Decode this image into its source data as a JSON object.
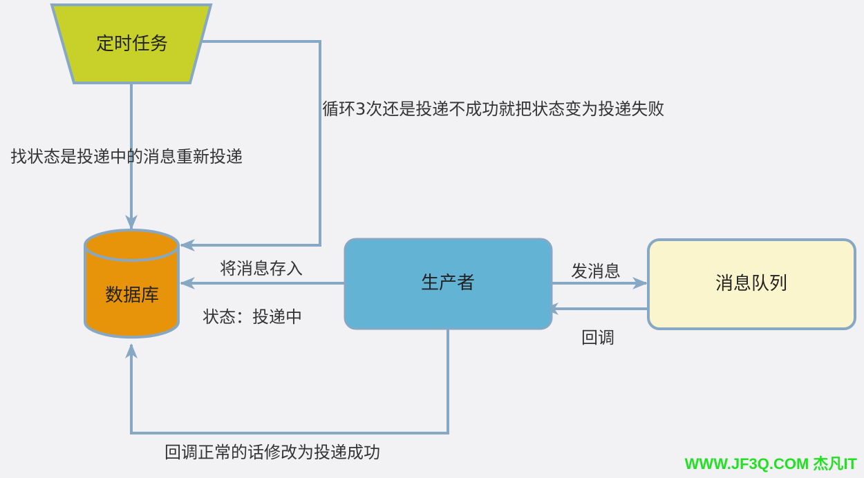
{
  "nodes": {
    "scheduled_task": "定时任务",
    "database": "数据库",
    "producer": "生产者",
    "message_queue": "消息队列"
  },
  "edges": {
    "retry_redeliver": "找状态是投递中的消息重新投递",
    "retry_fail": "循环3次还是投递不成功就把状态变为投递失败",
    "store_message": "将消息存入",
    "status_delivering": "状态：投递中",
    "send_message": "发消息",
    "callback": "回调",
    "callback_success": "回调正常的话修改为投递成功"
  },
  "watermark": "WWW.JF3Q.COM 杰凡IT",
  "colors": {
    "line": "#86a8c4",
    "task": "#c8d12a",
    "database": "#e8940a",
    "producer": "#63b3d4",
    "queue": "#faf5cc",
    "watermark": "#22e022"
  }
}
